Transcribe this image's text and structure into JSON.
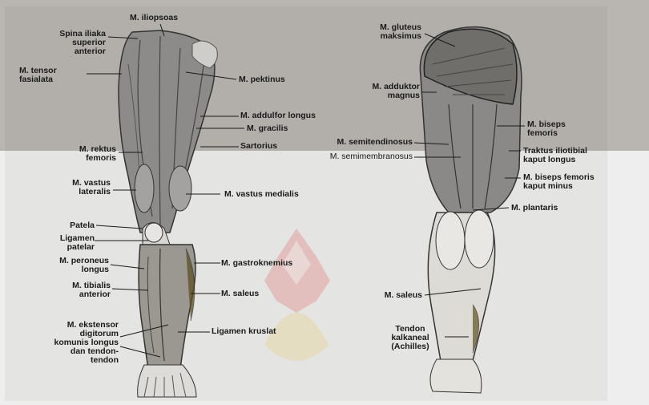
{
  "anterior": {
    "iliopsoas": "M. iliopsoas",
    "spina_1": "Spina iliaka",
    "spina_2": "superior",
    "spina_3": "anterior",
    "tensor_1": "M. tensor",
    "tensor_2": "fasialata",
    "pektinus": "M. pektinus",
    "adduktor_longus": "M. addulfor longus",
    "gracilis": "M. gracilis",
    "sartorius": "Sartorius",
    "rektus_1": "M. rektus",
    "rektus_2": "femoris",
    "vastus_lat_1": "M. vastus",
    "vastus_lat_2": "lateralis",
    "vastus_medialis": "M. vastus medialis",
    "patela": "Patela",
    "ligamen_1": "Ligamen",
    "ligamen_2": "patelar",
    "peroneus_1": "M. peroneus",
    "peroneus_2": "longus",
    "gastroknemius": "M. gastroknemius",
    "tibialis_1": "M. tibialis",
    "tibialis_2": "anterior",
    "saleus": "M. saleus",
    "ekstensor_1": "M. ekstensor",
    "ekstensor_2": "digitorum",
    "ekstensor_3": "komunis longus",
    "ekstensor_4": "dan tendon-",
    "ekstensor_5": "tendon",
    "ligamen_kruslat": "Ligamen kruslat"
  },
  "posterior": {
    "gluteus_1": "M. gluteus",
    "gluteus_2": "maksimus",
    "adduktor_1": "M. adduktor",
    "adduktor_2": "magnus",
    "biseps_1": "M. biseps",
    "biseps_2": "femoris",
    "semitendinosus": "M. semitendinosus",
    "semimembranosus": "M. semimembranosus",
    "traktus_1": "Traktus iliotibial",
    "traktus_2": "kaput longus",
    "biseps_minus_1": "M. biseps femoris",
    "biseps_minus_2": "kaput minus",
    "plantaris": "M. plantaris",
    "saleus": "M. saleus",
    "tendon_1": "Tendon",
    "tendon_2": "kalkaneal",
    "tendon_3": "(Achilles)"
  }
}
